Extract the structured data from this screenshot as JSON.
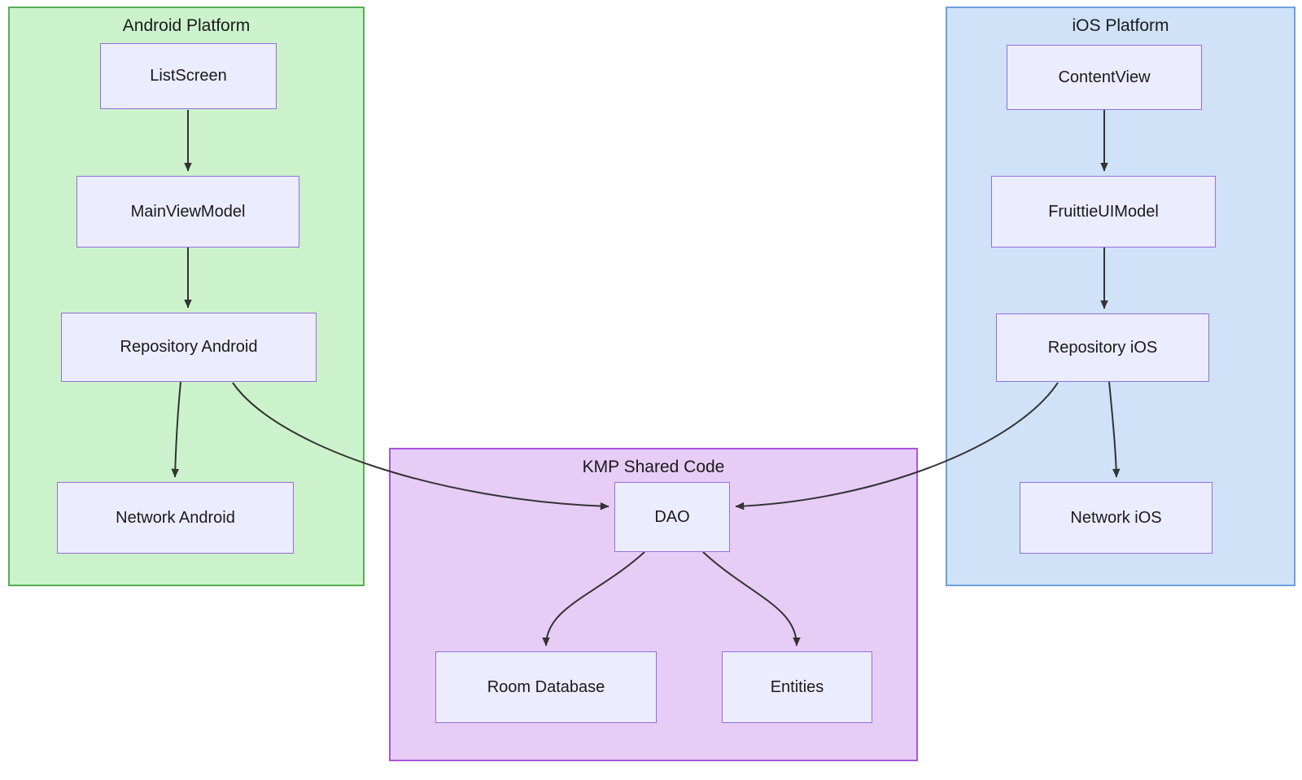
{
  "diagram": {
    "type": "flowchart",
    "containers": {
      "android": {
        "title": "Android Platform",
        "fill": "#ccf2cc",
        "border": "#57ad57"
      },
      "ios": {
        "title": "iOS Platform",
        "fill": "#cfe2f8",
        "border": "#6f9fde"
      },
      "kmp": {
        "title": "KMP Shared Code",
        "fill": "#e7cdf6",
        "border": "#aa55dd"
      }
    },
    "node_style": {
      "fill": "#ececff",
      "border": "#9370db",
      "text": "#1a1a1a"
    },
    "edge_color": "#333333",
    "nodes": {
      "listscreen": {
        "label": "ListScreen",
        "container": "android"
      },
      "mainviewmodel": {
        "label": "MainViewModel",
        "container": "android"
      },
      "repository_android": {
        "label": "Repository Android",
        "container": "android"
      },
      "network_android": {
        "label": "Network Android",
        "container": "android"
      },
      "contentview": {
        "label": "ContentView",
        "container": "ios"
      },
      "fruittieuimodel": {
        "label": "FruittieUIModel",
        "container": "ios"
      },
      "repository_ios": {
        "label": "Repository iOS",
        "container": "ios"
      },
      "network_ios": {
        "label": "Network iOS",
        "container": "ios"
      },
      "dao": {
        "label": "DAO",
        "container": "kmp"
      },
      "room_database": {
        "label": "Room Database",
        "container": "kmp"
      },
      "entities": {
        "label": "Entities",
        "container": "kmp"
      }
    },
    "edges": [
      {
        "from": "ListScreen",
        "to": "MainViewModel"
      },
      {
        "from": "MainViewModel",
        "to": "Repository Android"
      },
      {
        "from": "Repository Android",
        "to": "Network Android"
      },
      {
        "from": "Repository Android",
        "to": "DAO"
      },
      {
        "from": "ContentView",
        "to": "FruittieUIModel"
      },
      {
        "from": "FruittieUIModel",
        "to": "Repository iOS"
      },
      {
        "from": "Repository iOS",
        "to": "Network iOS"
      },
      {
        "from": "Repository iOS",
        "to": "DAO"
      },
      {
        "from": "DAO",
        "to": "Room Database"
      },
      {
        "from": "DAO",
        "to": "Entities"
      }
    ]
  }
}
